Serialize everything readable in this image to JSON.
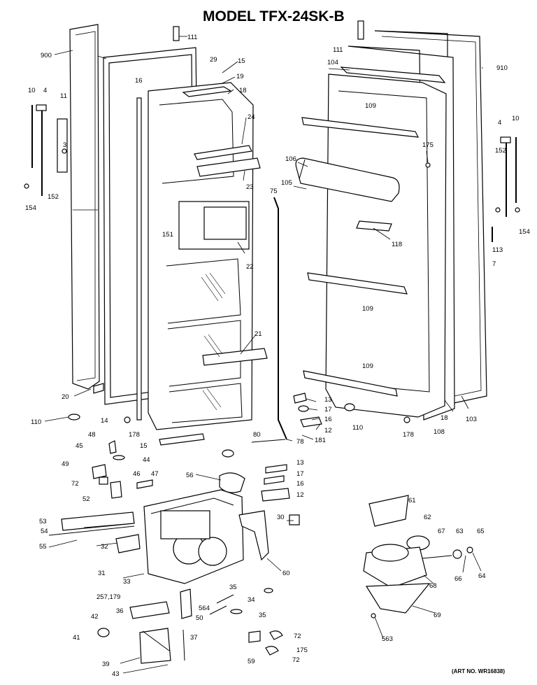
{
  "title": "MODEL TFX-24SK-B",
  "art_number": "(ART NO. WR16838)",
  "callouts": [
    "900",
    "111",
    "29",
    "15",
    "19",
    "16",
    "18",
    "24",
    "23",
    "10",
    "4",
    "11",
    "3",
    "152",
    "154",
    "151",
    "22",
    "75",
    "21",
    "20",
    "14",
    "110",
    "178",
    "15",
    "80",
    "78",
    "48",
    "45",
    "44",
    "49",
    "72",
    "46",
    "47",
    "52",
    "53",
    "54",
    "55",
    "56",
    "30",
    "32",
    "31",
    "33",
    "60",
    "35",
    "257,179",
    "34",
    "564",
    "36",
    "50",
    "35",
    "42",
    "41",
    "37",
    "39",
    "43",
    "59",
    "72",
    "175",
    "72",
    "111",
    "104",
    "910",
    "109",
    "175",
    "106",
    "105",
    "4",
    "10",
    "152",
    "154",
    "113",
    "7",
    "118",
    "109",
    "109",
    "13",
    "17",
    "16",
    "12",
    "181",
    "110",
    "178",
    "18",
    "108",
    "103",
    "13",
    "17",
    "16",
    "12",
    "61",
    "62",
    "67",
    "63",
    "65",
    "66",
    "64",
    "68",
    "69",
    "563"
  ]
}
